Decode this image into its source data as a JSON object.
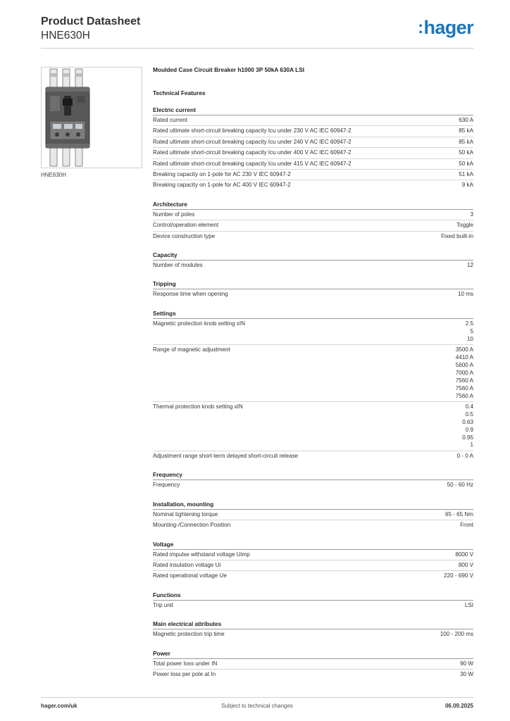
{
  "header": {
    "title": "Product Datasheet",
    "subtitle": "HNE630H",
    "logo": ":hager",
    "logo_color": "#1c75bc"
  },
  "product": {
    "image_caption": "HNE630H",
    "description": "Moulded Case Circuit Breaker h1000 3P 50kA 630A LSI"
  },
  "technical_title": "Technical Features",
  "sections": [
    {
      "title": "Electric current",
      "rows": [
        {
          "label": "Rated current",
          "value": "630 A"
        },
        {
          "label": "Rated ultimate short-circuit breaking capacity Icu under 230 V AC IEC 60947-2",
          "value": "85 kA"
        },
        {
          "label": "Rated ultimate short-circuit breaking capacity Icu under 240 V AC IEC 60947-2",
          "value": "85 kA"
        },
        {
          "label": "Rated ultimate short-circuit breaking capacity Icu under 400 V AC IEC 60947-2",
          "value": "50 kA"
        },
        {
          "label": "Rated ultimate short-circuit breaking capacity Icu under 415 V AC IEC 60947-2",
          "value": "50 kA"
        },
        {
          "label": "Breaking capacity on 1-pole for AC 230 V IEC 60947-2",
          "value": "51 kA"
        },
        {
          "label": "Breaking capacity on 1-pole for AC 400 V IEC 60947-2",
          "value": "9 kA"
        }
      ]
    },
    {
      "title": "Architecture",
      "rows": [
        {
          "label": "Number of poles",
          "value": "3"
        },
        {
          "label": "Control/operation element",
          "value": "Toggle"
        },
        {
          "label": "Device construction type",
          "value": "Fixed built-in"
        }
      ]
    },
    {
      "title": "Capacity",
      "rows": [
        {
          "label": "Number of modules",
          "value": "12"
        }
      ]
    },
    {
      "title": "Tripping",
      "rows": [
        {
          "label": "Response time when opening",
          "value": "10 ms"
        }
      ]
    },
    {
      "title": "Settings",
      "rows": [
        {
          "label": "Magnetic protection knob setting xIN",
          "value": [
            "2.5",
            "5",
            "10"
          ]
        },
        {
          "label": "Range of magnetic adjustment",
          "value": [
            "3500 A",
            "4410 A",
            "5600 A",
            "7000 A",
            "7560 A",
            "7560 A",
            "7560 A"
          ]
        },
        {
          "label": "Thermal protection knob setting xIN",
          "value": [
            "0.4",
            "0.5",
            "0.63",
            "0.9",
            "0.95",
            "1"
          ]
        },
        {
          "label": "Adjustment range short-term delayed short-circuit release",
          "value": "0 - 0 A"
        }
      ]
    },
    {
      "title": "Frequency",
      "rows": [
        {
          "label": "Frequency",
          "value": "50 - 60 Hz"
        }
      ]
    },
    {
      "title": "Installation, mounting",
      "rows": [
        {
          "label": "Nominal tightening torque",
          "value": "65 - 65 Nm"
        },
        {
          "label": "Mounting-/Connection Position",
          "value": "Front"
        }
      ]
    },
    {
      "title": "Voltage",
      "rows": [
        {
          "label": "Rated impulse withstand voltage Uimp",
          "value": "8000 V"
        },
        {
          "label": "Rated insulation voltage Ui",
          "value": "800 V"
        },
        {
          "label": "Rated operational voltage Ue",
          "value": "220 - 690 V"
        }
      ]
    },
    {
      "title": "Functions",
      "rows": [
        {
          "label": "Trip unit",
          "value": "LSI"
        }
      ]
    },
    {
      "title": "Main electrical attributes",
      "rows": [
        {
          "label": "Magnetic protection trip time",
          "value": "100 - 200 ms"
        }
      ]
    },
    {
      "title": "Power",
      "rows": [
        {
          "label": "Total power loss under IN",
          "value": "90 W"
        },
        {
          "label": "Power loss per pole at In",
          "value": "30 W"
        }
      ]
    }
  ],
  "footer": {
    "website": "hager.com/uk",
    "note": "Subject to technical changes",
    "date": "06.09.2025"
  }
}
